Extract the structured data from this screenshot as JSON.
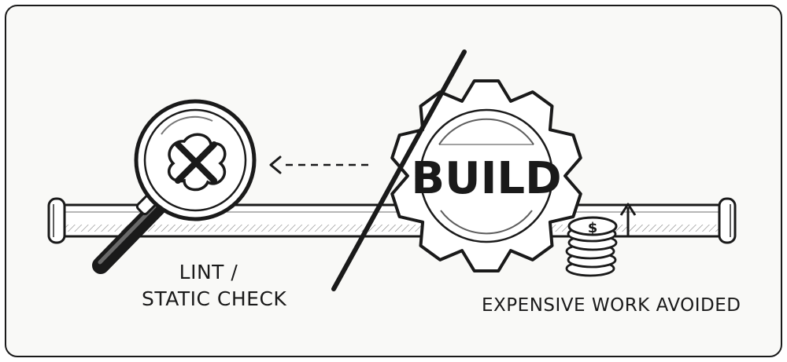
{
  "labels": {
    "lint_line1": "LINT /",
    "lint_line2": "STATIC CHECK",
    "build": "BUILD",
    "expensive": "EXPENSIVE WORK AVOIDED",
    "coin_symbol": "$"
  },
  "icons": {
    "magnifier": "magnifying-glass-icon",
    "error": "x-mark-icon",
    "gear": "gear-icon",
    "coins": "coin-stack-icon",
    "up_arrow": "arrow-up-icon",
    "back_arrow": "dashed-arrow-left-icon"
  },
  "colors": {
    "ink": "#1a1a1a",
    "paper": "#f9f9f7"
  }
}
